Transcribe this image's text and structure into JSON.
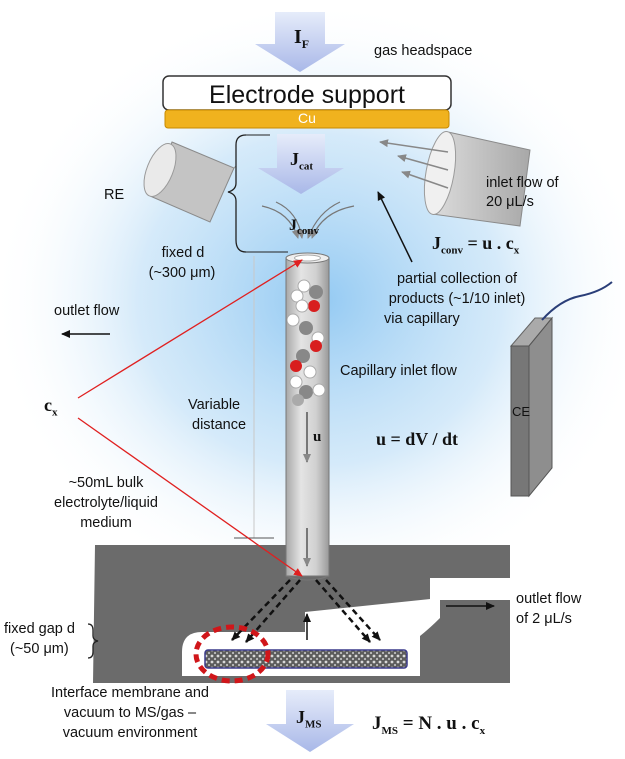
{
  "labels": {
    "i_f": "I",
    "i_f_sub": "F",
    "gas_headspace": "gas headspace",
    "electrode_support": "Electrode support",
    "cu": "Cu",
    "j_cat": "J",
    "j_cat_sub": "cat",
    "re": "RE",
    "inlet_flow_line1": "inlet flow of",
    "inlet_flow_line2": "20 μL/s",
    "j_conv": "J",
    "j_conv_sub": "conv",
    "j_conv_eq": "J",
    "j_conv_eq_sub": "conv",
    "j_conv_eq_rest": " = u . c",
    "j_conv_eq_rest_sub": "x",
    "fixed_d_line1": "fixed d",
    "fixed_d_line2": "(~300 μm)",
    "partial_line1": "partial collection of",
    "partial_line2": "products (~1/10 inlet)",
    "partial_line3": "via capillary",
    "outlet_flow": "outlet flow",
    "capillary_inlet_flow": "Capillary inlet flow",
    "ce": "CE",
    "c_x": "c",
    "c_x_sub": "x",
    "variable_line1": "Variable",
    "variable_line2": "distance",
    "u": "u",
    "u_eq": "u = dV / dt",
    "bulk_line1": "~50mL bulk",
    "bulk_line2": "electrolyte/liquid",
    "bulk_line3": "medium",
    "outlet_flow2_line1": "outlet flow",
    "outlet_flow2_line2": "of 2 μL/s",
    "fixed_gap_line1": "fixed gap d",
    "fixed_gap_line2": "(~50 μm)",
    "interface_line1": "Interface membrane and",
    "interface_line2": "vacuum to MS/gas –",
    "interface_line3": "vacuum environment",
    "j_ms": "J",
    "j_ms_sub": "MS",
    "j_ms_eq": "J",
    "j_ms_eq_sub": "MS",
    "j_ms_eq_rest": " = N . u . c",
    "j_ms_eq_rest_sub": "x"
  },
  "colors": {
    "cu": "#f0b21e",
    "glow": "#7fbff0",
    "arrow_fill": "#b8c6ec",
    "block": "#6b6b6b",
    "red": "#e02020",
    "membrane_ring": "#d0161a",
    "capillary": "#c8c8c8"
  }
}
